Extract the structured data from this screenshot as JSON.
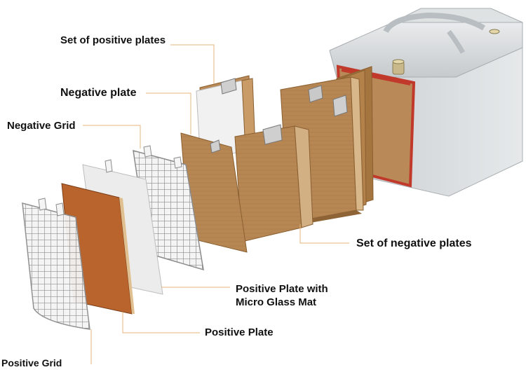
{
  "labels": {
    "set_positive_plates": "Set of positive plates",
    "negative_plate": "Negative plate",
    "negative_grid": "Negative Grid",
    "set_negative_plates": "Set of negative plates",
    "positive_plate_mat_line1": "Positive Plate with",
    "positive_plate_mat_line2": "Micro Glass Mat",
    "positive_plate": "Positive Plate",
    "positive_grid": "Positive Grid"
  },
  "colors": {
    "leader": "#e8b67a",
    "plate_tan": "#b88a52",
    "plate_orange": "#b8642c",
    "grid": "#9a9a9a",
    "mat": "#eeeeee",
    "battery_body": "#d8dcde",
    "battery_red": "#c0392b"
  }
}
